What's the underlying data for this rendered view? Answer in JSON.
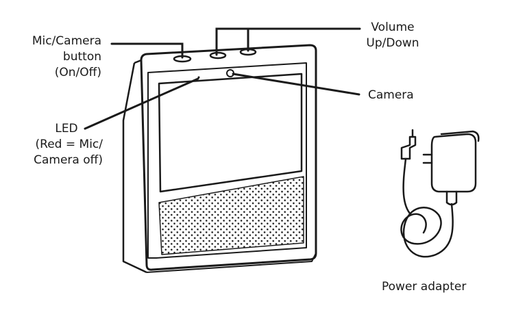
{
  "labels": {
    "mic_camera": {
      "line1": "Mic/Camera",
      "line2": "button",
      "line3": "(On/Off)"
    },
    "volume": {
      "line1": "Volume",
      "line2": "Up/Down"
    },
    "camera": {
      "text": "Camera"
    },
    "led": {
      "line1": "LED",
      "line2": "(Red = Mic/",
      "line3": "Camera off)"
    },
    "power_adapter": {
      "text": "Power adapter"
    }
  },
  "colors": {
    "stroke": "#1a1a1a",
    "background": "#ffffff"
  }
}
